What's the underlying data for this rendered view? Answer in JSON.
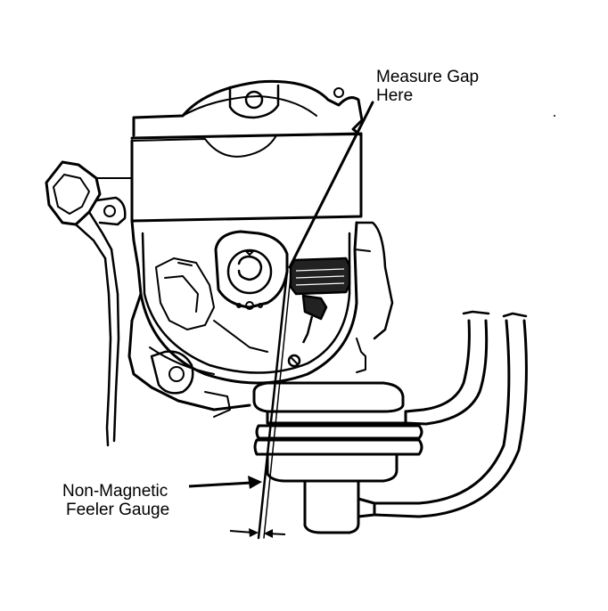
{
  "labels": {
    "measure_gap_line1": "Measure Gap",
    "measure_gap_line2": "Here",
    "feeler_line1": "Non-Magnetic",
    "feeler_line2": "Feeler Gauge"
  },
  "colors": {
    "ink": "#000000",
    "paper": "#ffffff"
  }
}
